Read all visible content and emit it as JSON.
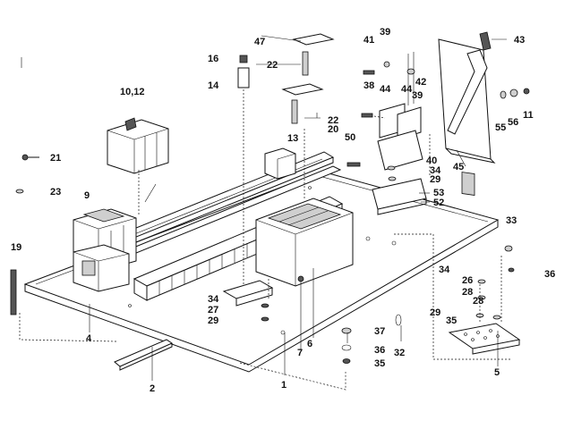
{
  "labels": {
    "l1": "1",
    "l2": "2",
    "l4": "4",
    "l5": "5",
    "l6": "6",
    "l7": "7",
    "l9": "9",
    "l1012": "10,12",
    "l11": "11",
    "l13": "13",
    "l14": "14",
    "l16": "16",
    "l19": "19",
    "l20": "20",
    "l21": "21",
    "l22a": "22",
    "l22b": "22",
    "l23": "23",
    "l26": "26",
    "l27": "27",
    "l28a": "28",
    "l28b": "28",
    "l29a": "29",
    "l29b": "29",
    "l29c": "29",
    "l32": "32",
    "l33": "33",
    "l34a": "34",
    "l34b": "34",
    "l34c": "34",
    "l35a": "35",
    "l35b": "35",
    "l36a": "36",
    "l36b": "36",
    "l37": "37",
    "l38": "38",
    "l39a": "39",
    "l39b": "39",
    "l40": "40",
    "l41": "41",
    "l42": "42",
    "l43": "43",
    "l44a": "44",
    "l44b": "44",
    "l45": "45",
    "l47": "47",
    "l50": "50",
    "l52": "52",
    "l53": "53",
    "l55": "55",
    "l56": "56"
  }
}
